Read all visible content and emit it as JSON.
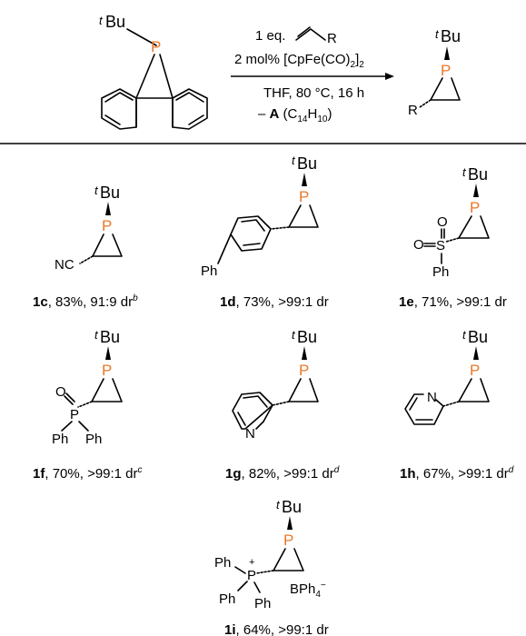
{
  "colors": {
    "phosphorus": "#e8782a",
    "ink": "#000000",
    "background": "#ffffff"
  },
  "atoms": {
    "P": "P",
    "N": "N",
    "O": "O",
    "S": "S",
    "Ph": "Ph",
    "R": "R",
    "NC": "NC",
    "BPh4": "BPh",
    "plus": "+"
  },
  "tert_butyl": {
    "prefix": "t",
    "label": "Bu"
  },
  "reaction": {
    "reagent_prefix": "1 eq.",
    "catalyst": "2 mol% [CpFe(CO)",
    "catalyst_sub": "2",
    "catalyst_close": "]",
    "catalyst_sub_end": "2",
    "conditions": "THF, 80 °C, 16 h",
    "byproduct_prefix": "– ",
    "byproduct_bold": "A",
    "byproduct_formula": " (C",
    "byproduct_sub_c": "14",
    "byproduct_h": "H",
    "byproduct_sub_h": "10",
    "byproduct_close": ")"
  },
  "compounds": [
    {
      "id": "1c",
      "yield": "83%",
      "dr": "91:9 dr",
      "note": "b"
    },
    {
      "id": "1d",
      "yield": "73%",
      "dr": ">99:1 dr",
      "note": ""
    },
    {
      "id": "1e",
      "yield": "71%",
      "dr": ">99:1 dr",
      "note": ""
    },
    {
      "id": "1f",
      "yield": "70%",
      "dr": ">99:1 dr",
      "note": "c"
    },
    {
      "id": "1g",
      "yield": "82%",
      "dr": ">99:1 dr",
      "note": "d"
    },
    {
      "id": "1h",
      "yield": "67%",
      "dr": ">99:1 dr",
      "note": "d"
    },
    {
      "id": "1i",
      "yield": "64%",
      "dr": ">99:1 dr",
      "note": ""
    }
  ]
}
